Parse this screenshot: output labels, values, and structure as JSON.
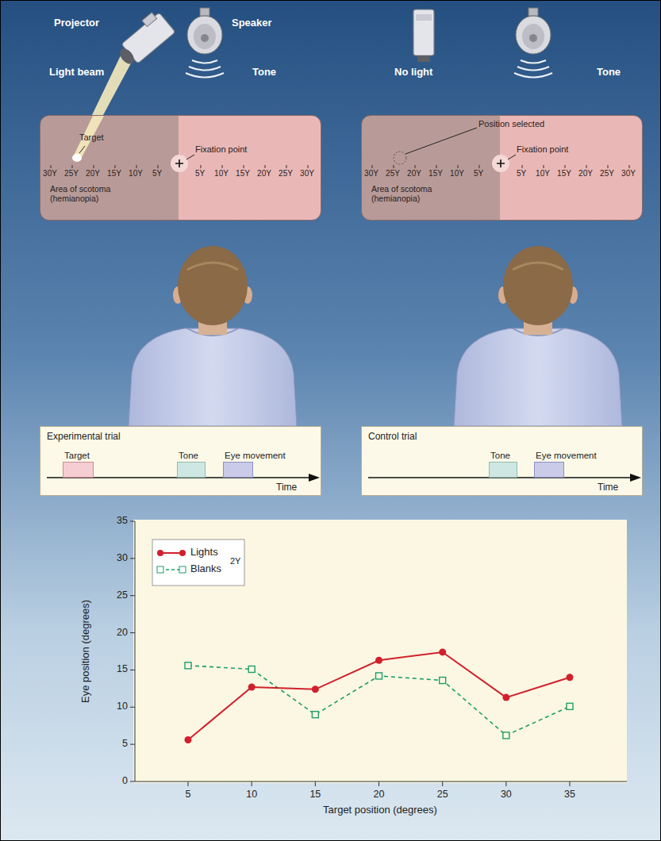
{
  "diagram": {
    "nodes": [
      {
        "text": [
          "Area of scotoma (hemianopia)"
        ]
      },
      {
        "text": [
          "Area of scotoma (hemianopia)"
        ]
      },
      {
        "text": [
          "Experimental trial"
        ]
      },
      {
        "text": [
          "Target"
        ],
        "in": 2
      },
      {
        "text": [
          "Tone"
        ],
        "in": 2
      },
      {
        "text": [
          "Eye movement"
        ],
        "in": 2
      },
      {
        "text": [
          "Control trial"
        ]
      },
      {
        "text": [
          "Tone"
        ],
        "in": 6
      },
      {
        "text": [
          "Eye movement"
        ],
        "in": 6
      }
    ],
    "labels": [
      "Projector",
      "Light beam",
      "Speaker",
      "Tone",
      "Target",
      "Fixation point",
      "30Υ",
      "25Υ",
      "20Υ",
      "15Υ",
      "10Υ",
      "5Υ",
      "5Υ",
      "10Υ",
      "15Υ",
      "20Υ",
      "25Υ",
      "30Υ",
      "No light",
      "Tone",
      "Position selected",
      "Fixation point",
      "30Υ",
      "25Υ",
      "20Υ",
      "15Υ",
      "10Υ",
      "5Υ",
      "5Υ",
      "10Υ",
      "15Υ",
      "20Υ",
      "25Υ",
      "30Υ",
      "Time",
      "Time",
      "2Υ",
      "0",
      "5",
      "10",
      "15",
      "20",
      "25",
      "30",
      "35",
      "5",
      "10",
      "15",
      "20",
      "25",
      "30",
      "35",
      "Eye position (degrees)",
      "Target position (degrees)"
    ],
    "legend": [
      {
        "text": "Lights"
      },
      {
        "text": "Blanks"
      }
    ]
  }
}
